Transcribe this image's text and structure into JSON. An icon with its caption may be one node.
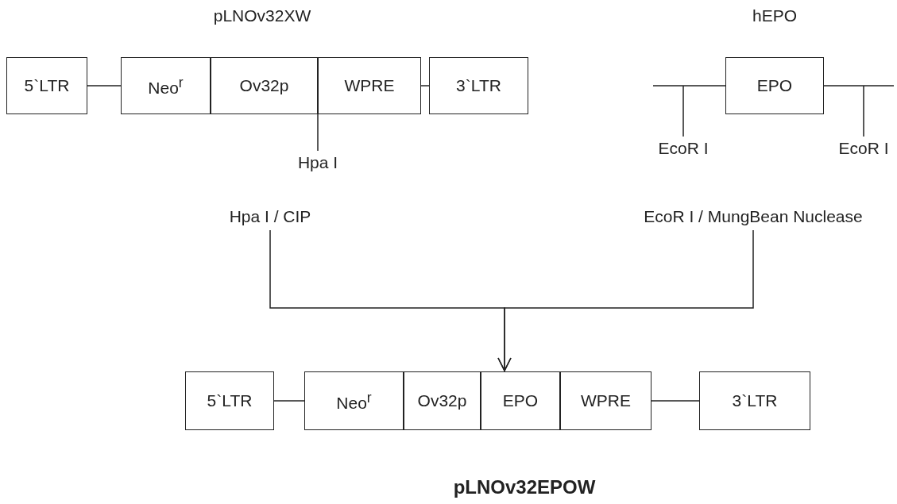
{
  "diagram": {
    "nodes": [
      {
        "text": [
          "5`LTR"
        ]
      },
      {
        "text": [
          "Neo$^{r}$"
        ]
      },
      {
        "text": [
          "Ov32p"
        ]
      },
      {
        "text": [
          "WPRE"
        ]
      },
      {
        "text": [
          "3`LTR"
        ]
      },
      {
        "text": [
          "EPO"
        ]
      },
      {
        "text": [
          "Hpa I"
        ]
      },
      {
        "text": [
          "EcoR I"
        ]
      },
      {
        "text": [
          "EcoR I"
        ]
      },
      {
        "text": [
          "Hpa I  /  CIP"
        ]
      },
      {
        "text": [
          "EcoR I  /  MungBean Nuclease"
        ]
      },
      {
        "text": [
          "5`LTR"
        ]
      },
      {
        "text": [
          "Neo$^{r}$"
        ]
      },
      {
        "text": [
          "Ov32p"
        ]
      },
      {
        "text": [
          "EPO"
        ]
      },
      {
        "text": [
          "WPRE"
        ]
      },
      {
        "text": [
          "3`LTR"
        ]
      }
    ],
    "edges": [
      {
        "from": 0,
        "to": 1,
        "arrow": "none"
      },
      {
        "from": 3,
        "to": 4,
        "arrow": "none"
      },
      {
        "from": 6,
        "to": 3,
        "arrow": "none"
      },
      {
        "from": null,
        "to": 5,
        "arrow": "none"
      },
      {
        "from": 5,
        "to": null,
        "arrow": "none"
      },
      {
        "from": 7,
        "to": null,
        "arrow": "none"
      },
      {
        "from": 8,
        "to": null,
        "arrow": "none"
      },
      {
        "from": 9,
        "to": 14,
        "arrow": "to"
      },
      {
        "from": 10,
        "to": 14,
        "arrow": "to"
      },
      {
        "from": 11,
        "to": 12,
        "arrow": "none"
      },
      {
        "from": 15,
        "to": 16,
        "arrow": "none"
      }
    ],
    "labels": [
      "pLNOv32XW",
      "hEPO",
      "pLNOv32EPOW"
    ]
  }
}
